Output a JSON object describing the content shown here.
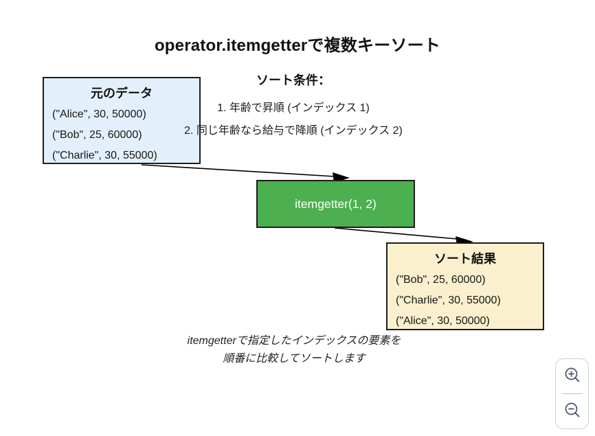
{
  "title": "operator.itemgetterで複数キーソート",
  "source_box": {
    "title": "元のデータ",
    "rows": [
      "(\"Alice\", 30, 50000)",
      "(\"Bob\", 25, 60000)",
      "(\"Charlie\", 30, 55000)"
    ],
    "bg_color": "#e3f0fb"
  },
  "conditions": {
    "heading": "ソート条件：",
    "items": [
      "1. 年齢で昇順 (インデックス 1)",
      "2. 同じ年齢なら給与で降順 (インデックス 2)"
    ]
  },
  "processor_box": {
    "label": "itemgetter(1, 2)",
    "bg_color": "#4caf50",
    "text_color": "#ffffff"
  },
  "result_box": {
    "title": "ソート結果",
    "rows": [
      "(\"Bob\", 25, 60000)",
      "(\"Charlie\", 30, 55000)",
      "(\"Alice\", 30, 50000)"
    ],
    "bg_color": "#faf0cd"
  },
  "caption": {
    "line1": "itemgetterで指定したインデックスの要素を",
    "line2": "順番に比較してソートします"
  },
  "zoom_controls": {
    "zoom_in_icon": "magnifier-plus",
    "zoom_out_icon": "magnifier-minus",
    "icon_color": "#44546e"
  },
  "colors": {
    "border": "#1c1c1c",
    "arrow": "#000000",
    "background": "#ffffff"
  }
}
